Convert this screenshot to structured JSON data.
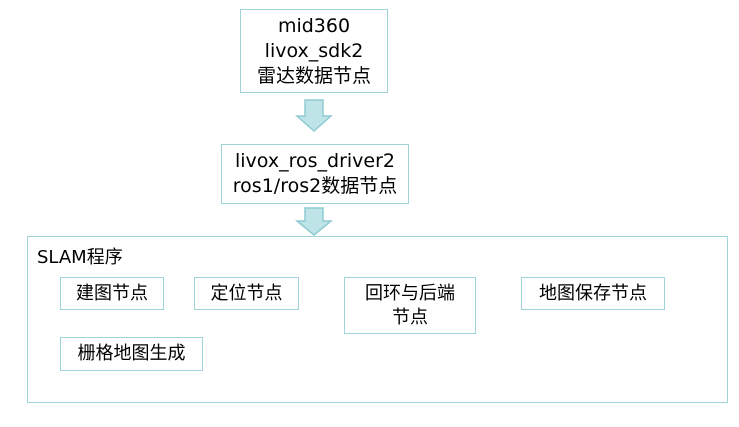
{
  "top_box": {
    "lines": [
      "mid360",
      "livox_sdk2",
      "雷达数据节点"
    ]
  },
  "middle_box": {
    "lines": [
      "livox_ros_driver2",
      "ros1/ros2数据节点"
    ]
  },
  "slam": {
    "title": "SLAM程序",
    "nodes": [
      {
        "lines": [
          "建图节点"
        ]
      },
      {
        "lines": [
          "定位节点"
        ]
      },
      {
        "lines": [
          "回环与后端",
          "节点"
        ]
      },
      {
        "lines": [
          "地图保存节点"
        ]
      },
      {
        "lines": [
          "栅格地图生成"
        ]
      }
    ]
  },
  "colors": {
    "border": "#9fd3da",
    "arrow_fill": "#bfe4e8",
    "arrow_stroke": "#8fcbd3"
  }
}
